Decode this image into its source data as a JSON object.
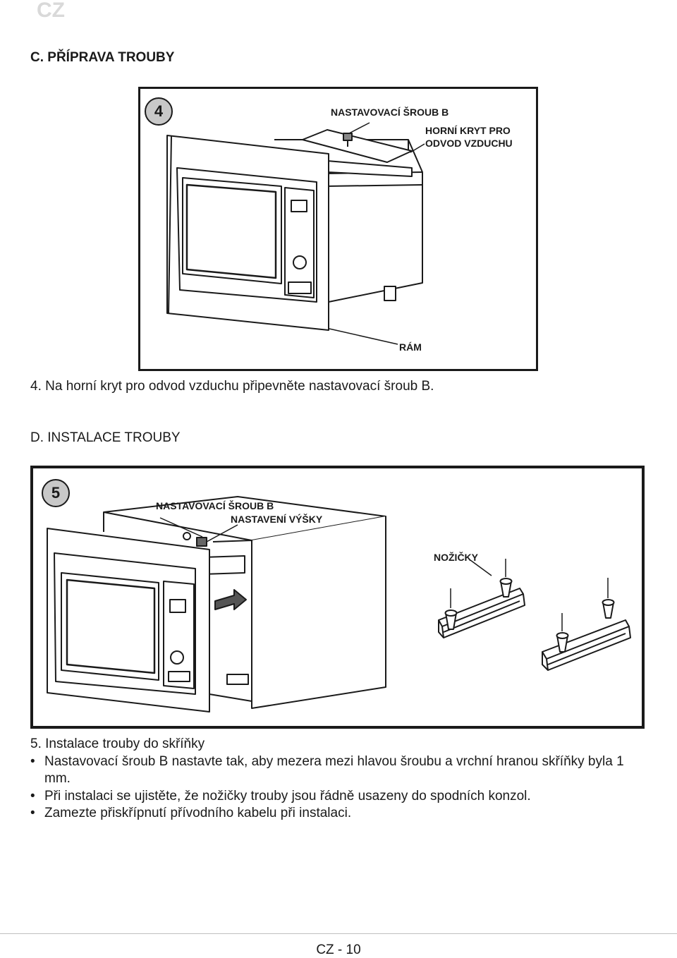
{
  "header": {
    "lang": "CZ"
  },
  "section_c": {
    "title": "C. PŘÍPRAVA TROUBY",
    "figure": {
      "step": "4",
      "callouts": {
        "screw_b": "NASTAVOVACÍ ŠROUB B",
        "top_cover_line1": "HORNÍ KRYT PRO",
        "top_cover_line2": "ODVOD VZDUCHU",
        "frame": "RÁM"
      }
    },
    "caption": "4. Na horní kryt pro odvod vzduchu připevněte nastavovací šroub B."
  },
  "section_d": {
    "title": "D. INSTALACE TROUBY",
    "figure": {
      "step": "5",
      "callouts": {
        "screw_b": "NASTAVOVACÍ ŠROUB B",
        "height_adjust": "NASTAVENÍ VÝŠKY",
        "feet": "NOŽIČKY"
      }
    },
    "instructions": {
      "heading": "5. Instalace trouby do skříňky",
      "bullets": [
        "Nastavovací šroub B nastavte tak, aby mezera mezi hlavou šroubu a vrchní hranou skříňky byla 1 mm.",
        "Při instalaci se ujistěte, že nožičky trouby jsou řádně usazeny do spodních konzol.",
        "Zamezte přiskřípnutí přívodního kabelu při instalaci."
      ]
    }
  },
  "footer": {
    "page": "CZ - 10"
  }
}
